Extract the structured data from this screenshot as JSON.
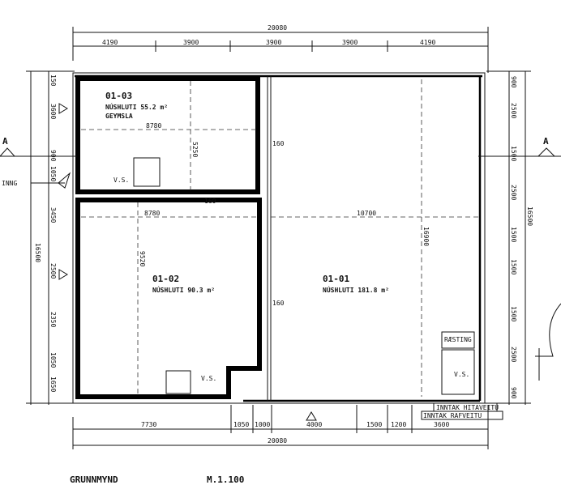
{
  "drawing": {
    "title": "GRUNNMYND",
    "scale": "M.1.100",
    "section_marker": "A",
    "entrance_label": "INNG"
  },
  "dimensions": {
    "top_total": "20080",
    "top_segments": [
      "4190",
      "3900",
      "3900",
      "3900",
      "4190"
    ],
    "bottom_total": "20080",
    "bottom_segments": [
      "7730",
      "1050",
      "1000",
      "4000",
      "1500",
      "1200",
      "3600"
    ],
    "left_total": "16500",
    "left_segments": [
      "150",
      "3600",
      "900",
      "1050",
      "3450",
      "2500",
      "2350",
      "1050",
      "1650"
    ],
    "right_total": "16500",
    "right_segments": [
      "900",
      "2500",
      "1500",
      "2500",
      "1500",
      "1500",
      "1500",
      "2500",
      "900"
    ],
    "interior": [
      "8780",
      "8780",
      "10700",
      "5250",
      "9520",
      "16900",
      "160",
      "160",
      "160"
    ]
  },
  "rooms": [
    {
      "id": "01-01",
      "label": "NÚSHLUTI 181.8 m²"
    },
    {
      "id": "01-02",
      "label": "NÚSHLUTI 90.3 m²"
    },
    {
      "id": "01-03",
      "label": "NÚSHLUTI 55.2 m²",
      "use": "GEYMSLA"
    }
  ],
  "annotations": {
    "wc": "V.S.",
    "storage": "RÆSTING",
    "note1": "INNTAK RAFVEITU",
    "note2": "INNTAK HITAVEITU"
  }
}
